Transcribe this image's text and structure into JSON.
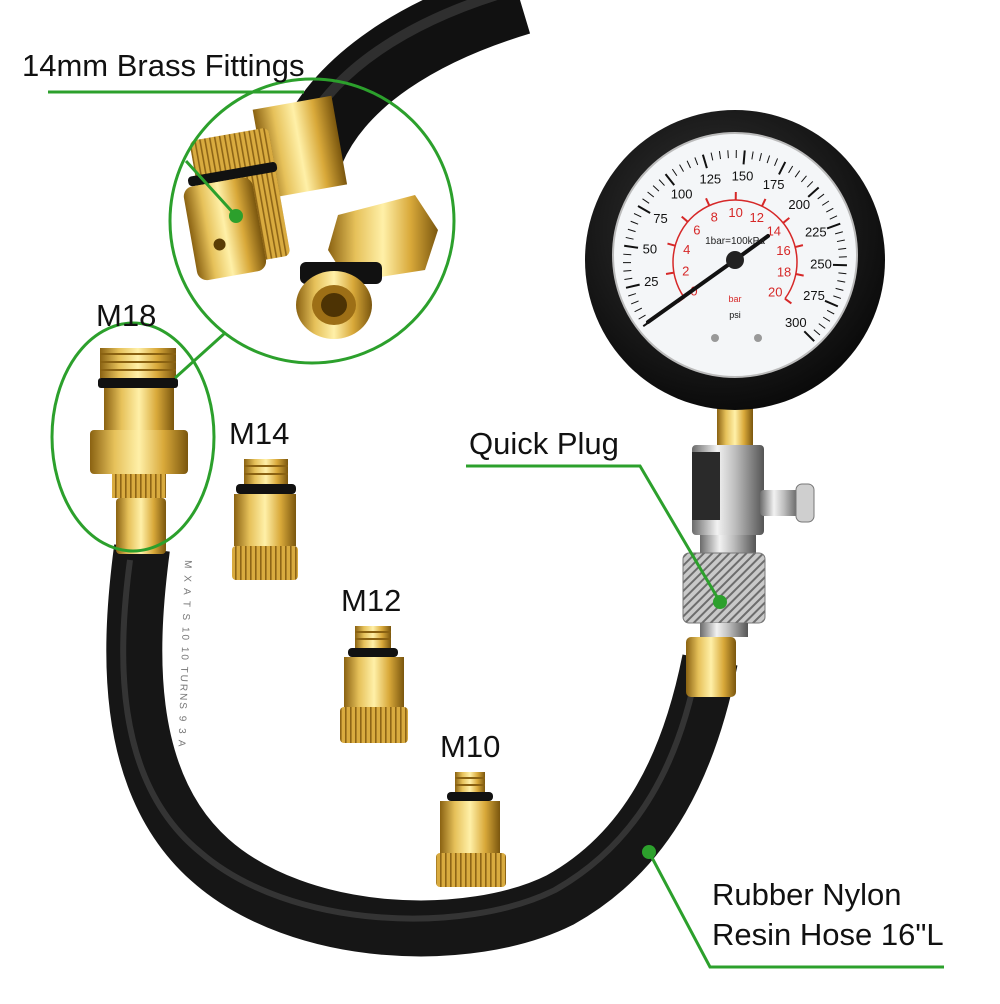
{
  "labels": {
    "brass_fittings": "14mm Brass Fittings",
    "m18": "M18",
    "m14": "M14",
    "m12": "M12",
    "m10": "M10",
    "quick_plug": "Quick Plug",
    "hose_line1": "Rubber Nylon",
    "hose_line2": "Resin Hose 16\"L"
  },
  "gauge": {
    "psi_ticks": [
      "25",
      "50",
      "75",
      "100",
      "125",
      "150",
      "175",
      "200",
      "225",
      "250",
      "275",
      "300"
    ],
    "bar_ticks": [
      "0",
      "2",
      "4",
      "6",
      "8",
      "10",
      "12",
      "14",
      "16",
      "18",
      "20"
    ],
    "scale_text": "1bar=100kPa",
    "unit_bar": "bar",
    "unit_psi": "psi"
  },
  "hose_print": "M X A T S 10 10 TURNS 9 3 A",
  "colors": {
    "callout_green": "#2ca02c",
    "brass": "#d4a437",
    "hose": "#1c1c1c",
    "gauge_red": "#d62828"
  },
  "icons": [
    "compression-gauge-icon",
    "brass-fitting-icon",
    "hose-icon",
    "quick-plug-icon"
  ]
}
